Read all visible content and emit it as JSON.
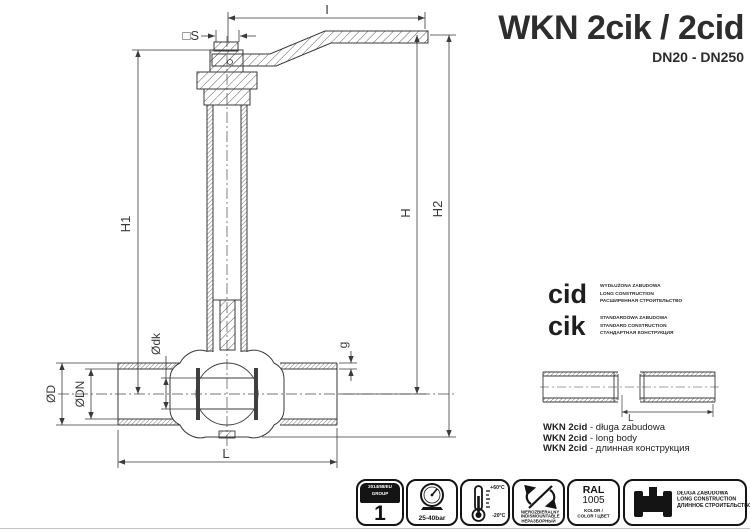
{
  "header": {
    "title": "WKN 2cik / 2cid",
    "subtitle": "DN20 - DN250"
  },
  "drawing": {
    "dims": {
      "i": "I",
      "s": "□S",
      "h1": "H1",
      "h": "H",
      "h2": "H2",
      "od": "ØD",
      "odn": "ØDN",
      "odk": "Ødk",
      "g": "g",
      "l": "L"
    },
    "mini": {
      "l": "L"
    }
  },
  "variants": [
    {
      "code": "cid",
      "lines": [
        "WYDŁUŻONA ZABUDOWA",
        "LONG CONSTRUCTION",
        "РАСШИРЕННАЯ СТРОИТЕЛЬСТВО"
      ]
    },
    {
      "code": "cik",
      "lines": [
        "STANDARDOWA ZABUDOWA",
        "STANDARD CONSTRUCTION",
        "СТАНДАРТНАЯ КОНСТРУКЦИЯ"
      ]
    }
  ],
  "captions": [
    {
      "bold": "WKN 2cid",
      "rest": " - długa zabudowa"
    },
    {
      "bold": "WKN 2cid",
      "rest": " - long body"
    },
    {
      "bold": "WKN 2cid",
      "rest": " - длинная конструкция"
    }
  ],
  "badges": {
    "group": {
      "line1": "2014/68/EU",
      "line2": "GROUP",
      "number": "1"
    },
    "pressure": {
      "label": "25-40bar"
    },
    "temperature": {
      "max": "+60°C",
      "min": "-20°C"
    },
    "indismountable": {
      "lines": [
        "NIEROZBIERALNY",
        "INDISMOUNTABLE",
        "НЕРАЗБОРНЫЙ"
      ]
    },
    "ral": {
      "name": "RAL",
      "code": "1005",
      "line1": "KOLOR /",
      "line2": "COLOR / ЦВЕТ"
    },
    "construction": {
      "lines": [
        "DŁUGA ZABUDOWA",
        "LONG CONSTRUCTION",
        "ДЛИННОЕ СТРОИТЕЛЬСТВО"
      ]
    }
  },
  "colors": {
    "line": "#3a3a3a",
    "ink": "#141414"
  }
}
